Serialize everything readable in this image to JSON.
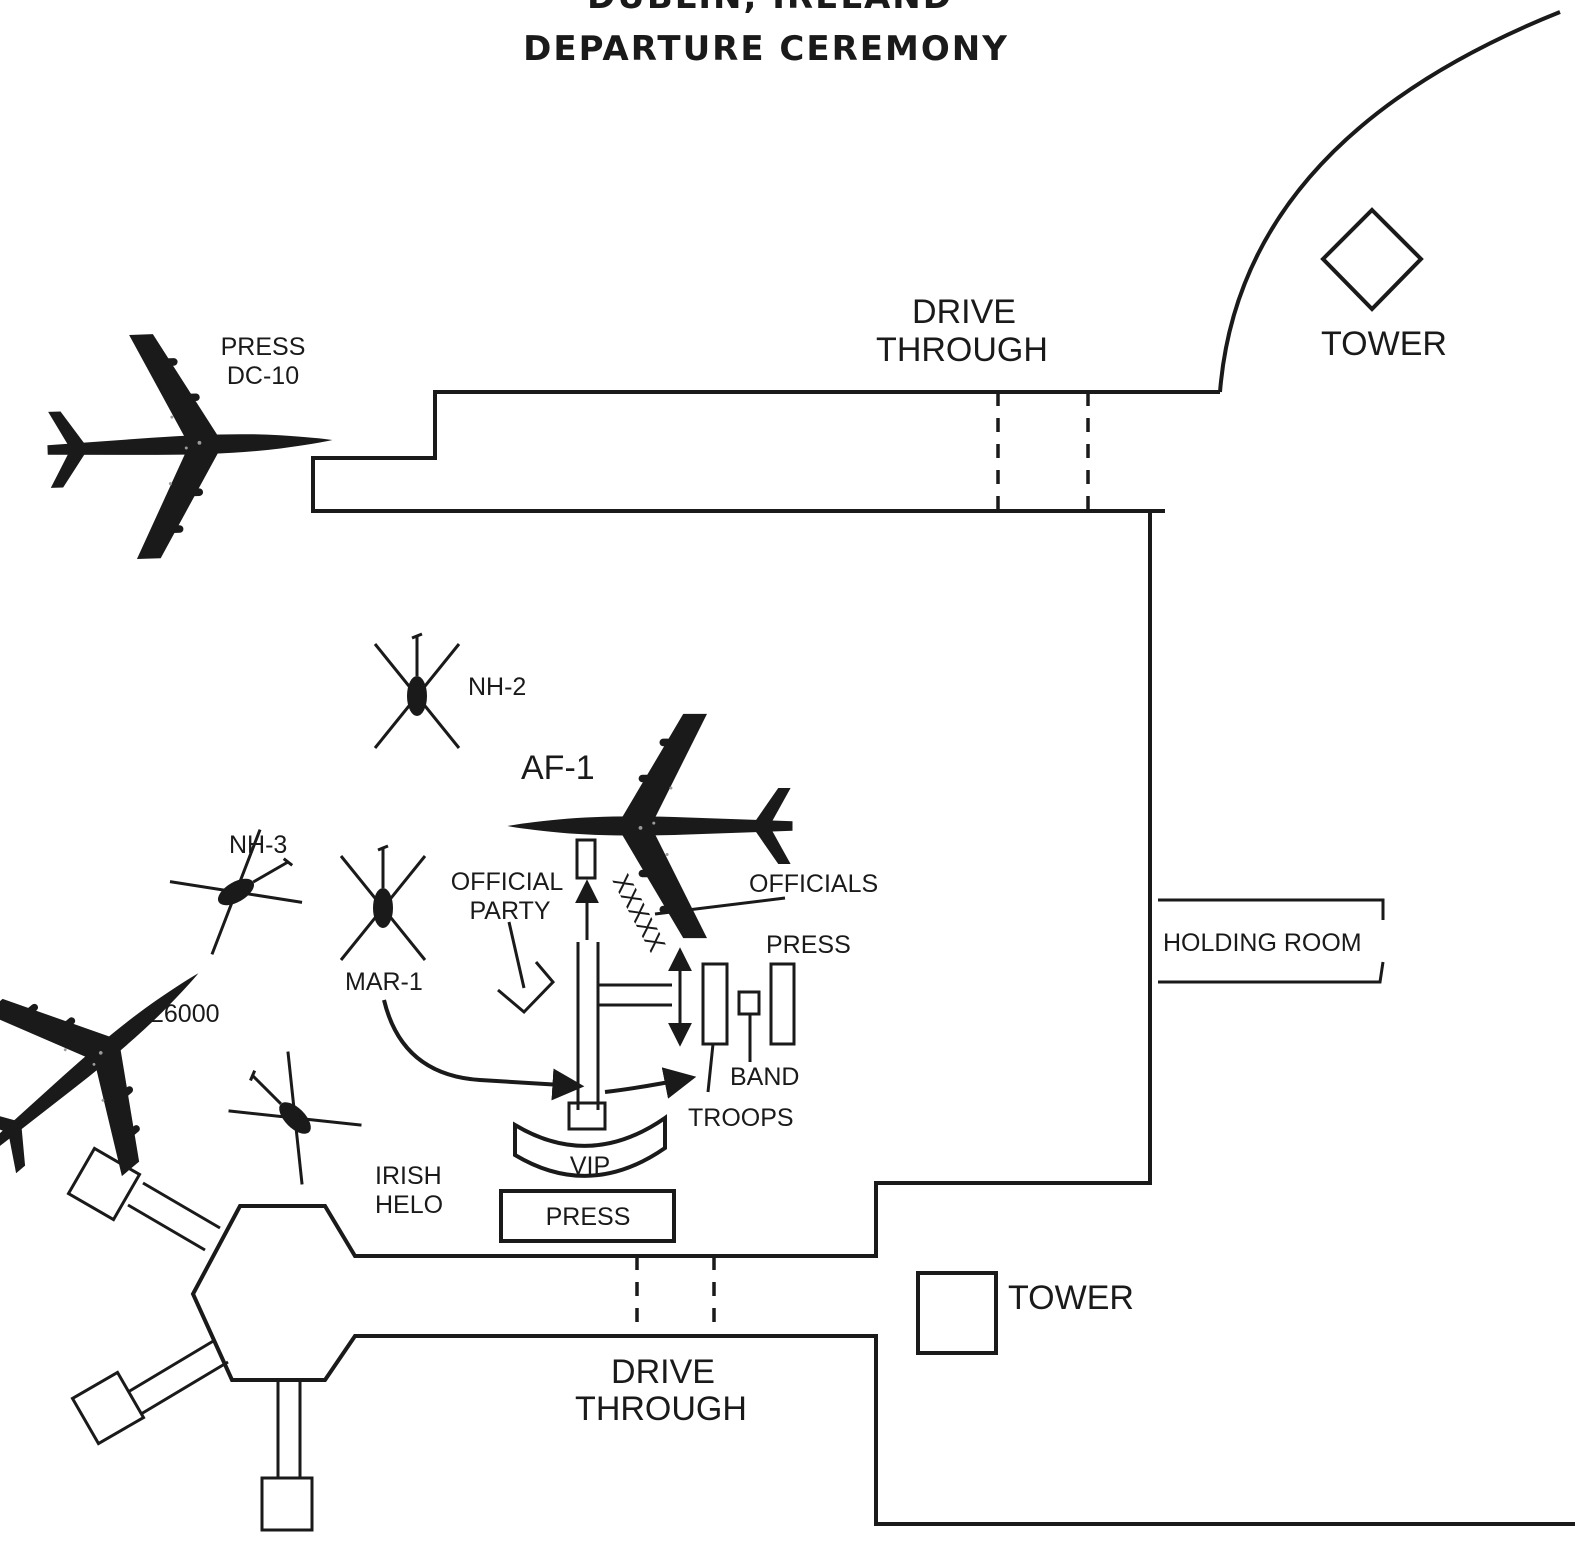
{
  "title": {
    "line1": "DUBLIN, IRELAND",
    "line2": "DEPARTURE CEREMONY"
  },
  "labels": {
    "drive_through_top_1": "DRIVE",
    "drive_through_top_2": "THROUGH",
    "tower_top": "TOWER",
    "press_dc10_1": "PRESS",
    "press_dc10_2": "DC-10",
    "nh2": "NH-2",
    "af1": "AF-1",
    "nh3": "NH-3",
    "official_party_1": "OFFICIAL",
    "official_party_2": "PARTY",
    "officials": "OFFICIALS",
    "press_stand": "PRESS",
    "holding_room": "HOLDING ROOM",
    "mar1": "MAR-1",
    "plane_26000": "26000",
    "band": "BAND",
    "troops": "TROOPS",
    "vip": "VIP",
    "press_box": "PRESS",
    "irish_helo_1": "IRISH",
    "irish_helo_2": "HELO",
    "tower_bottom": "TOWER",
    "drive_through_bottom_1": "DRIVE",
    "drive_through_bottom_2": "THROUGH"
  },
  "icons": {
    "airplane": "airplane-icon",
    "helicopter": "helicopter-icon",
    "tower": "tower-icon"
  },
  "colors": {
    "ink": "#1a1a1a",
    "paper": "#ffffff"
  }
}
